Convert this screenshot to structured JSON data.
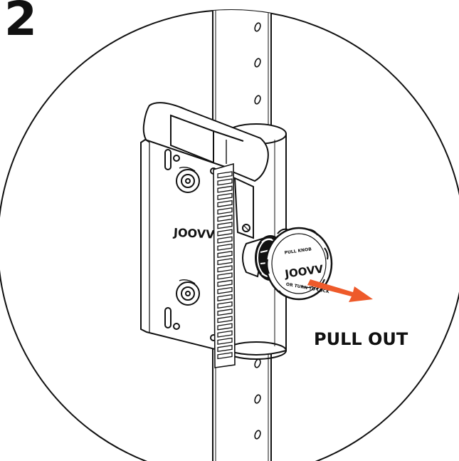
{
  "step_number": "2",
  "action_label": "PULL OUT",
  "plate_brand": "JOOVV",
  "knob_brand": "JOOVV",
  "knob_top_text": "PULL KNOB",
  "knob_bottom_text": "OR TURN TO LOCK",
  "colors": {
    "line": "#111111",
    "arrow": "#ee5a2a",
    "background": "#ffffff"
  },
  "icons": [
    "pull-arrow-icon"
  ]
}
